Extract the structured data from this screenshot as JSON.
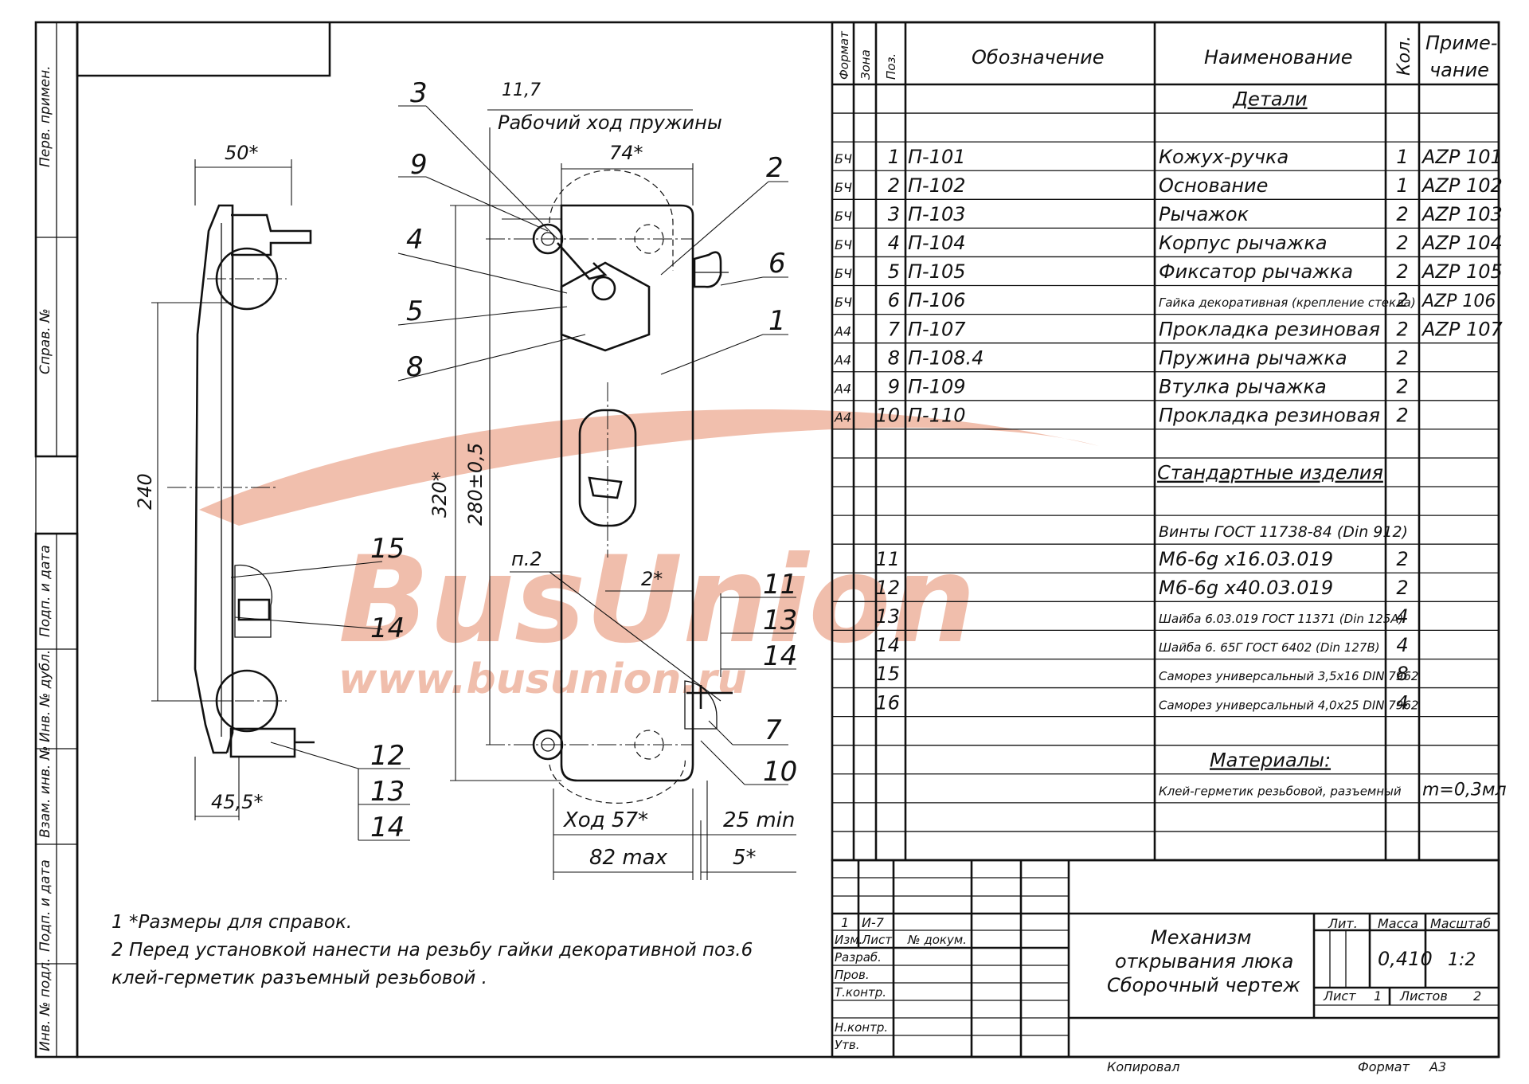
{
  "watermark": {
    "brand": "BusUnion",
    "url": "www.busunion.ru",
    "color": "#e58a6a"
  },
  "side_stamp": [
    "Перв. примен.",
    "Справ. №",
    "Подп. и дата",
    "Инв. № дубл.",
    "Взам. инв. №",
    "Подп. и дата",
    "Инв. № подл."
  ],
  "drawing": {
    "dims": {
      "d50": "50*",
      "d240": "240",
      "d45_5": "45,5*",
      "d11_7": "11,7",
      "spring": "Рабочий ход пружины",
      "d74": "74*",
      "d320": "320*",
      "d280": "280±0,5",
      "p2": "п.2",
      "d2": "2*",
      "hod": "Ход 57*",
      "d25": "25 min",
      "d82": "82 max",
      "d5": "5*"
    },
    "callouts": [
      "3",
      "9",
      "4",
      "5",
      "8",
      "2",
      "6",
      "1",
      "15",
      "14",
      "11",
      "13",
      "14",
      "7",
      "10",
      "12",
      "13",
      "14"
    ]
  },
  "notes": [
    "1 *Размеры для справок.",
    "2 Перед установкой нанести на резьбу гайки декоративной поз.6",
    "клей-герметик разъемный резьбовой ."
  ],
  "spec": {
    "headers": {
      "format": "Формат",
      "zone": "Зона",
      "pos": "Поз.",
      "designation": "Обозначение",
      "name": "Наименование",
      "qty": "Кол.",
      "note_1": "Приме-",
      "note_2": "чание"
    },
    "rows": [
      {
        "f": "",
        "z": "",
        "p": "",
        "d": "",
        "n": "Детали",
        "q": "",
        "r": "",
        "style": "section"
      },
      {
        "f": "",
        "z": "",
        "p": "",
        "d": "",
        "n": "",
        "q": "",
        "r": "",
        "style": ""
      },
      {
        "f": "БЧ",
        "z": "",
        "p": "1",
        "d": "П-101",
        "n": "Кожух-ручка",
        "q": "1",
        "r": "AZP 101",
        "style": ""
      },
      {
        "f": "БЧ",
        "z": "",
        "p": "2",
        "d": "П-102",
        "n": "Основание",
        "q": "1",
        "r": "AZP 102",
        "style": ""
      },
      {
        "f": "БЧ",
        "z": "",
        "p": "3",
        "d": "П-103",
        "n": "Рычажок",
        "q": "2",
        "r": "AZP 103",
        "style": ""
      },
      {
        "f": "БЧ",
        "z": "",
        "p": "4",
        "d": "П-104",
        "n": "Корпус рычажка",
        "q": "2",
        "r": "AZP 104",
        "style": ""
      },
      {
        "f": "БЧ",
        "z": "",
        "p": "5",
        "d": "П-105",
        "n": "Фиксатор рычажка",
        "q": "2",
        "r": "AZP 105",
        "style": ""
      },
      {
        "f": "БЧ",
        "z": "",
        "p": "6",
        "d": "П-106",
        "n": "Гайка декоративная (крепление стекла)",
        "q": "2",
        "r": "AZP 106",
        "style": "small"
      },
      {
        "f": "А4",
        "z": "",
        "p": "7",
        "d": "П-107",
        "n": "Прокладка резиновая",
        "q": "2",
        "r": "AZP 107",
        "style": ""
      },
      {
        "f": "А4",
        "z": "",
        "p": "8",
        "d": "П-108.4",
        "n": "Пружина рычажка",
        "q": "2",
        "r": "",
        "style": ""
      },
      {
        "f": "А4",
        "z": "",
        "p": "9",
        "d": "П-109",
        "n": "Втулка рычажка",
        "q": "2",
        "r": "",
        "style": ""
      },
      {
        "f": "А4",
        "z": "",
        "p": "10",
        "d": "П-110",
        "n": "Прокладка резиновая",
        "q": "2",
        "r": "",
        "style": ""
      },
      {
        "f": "",
        "z": "",
        "p": "",
        "d": "",
        "n": "",
        "q": "",
        "r": "",
        "style": ""
      },
      {
        "f": "",
        "z": "",
        "p": "",
        "d": "",
        "n": "Стандартные изделия",
        "q": "",
        "r": "",
        "style": "section"
      },
      {
        "f": "",
        "z": "",
        "p": "",
        "d": "",
        "n": "",
        "q": "",
        "r": "",
        "style": ""
      },
      {
        "f": "",
        "z": "",
        "p": "",
        "d": "",
        "n": "Винты ГОСТ 11738-84 (Din 912)",
        "q": "",
        "r": "",
        "style": "mid"
      },
      {
        "f": "",
        "z": "",
        "p": "11",
        "d": "",
        "n": "М6-6g x16.03.019",
        "q": "2",
        "r": "",
        "style": ""
      },
      {
        "f": "",
        "z": "",
        "p": "12",
        "d": "",
        "n": "М6-6g x40.03.019",
        "q": "2",
        "r": "",
        "style": ""
      },
      {
        "f": "",
        "z": "",
        "p": "13",
        "d": "",
        "n": "Шайба 6.03.019 ГОСТ 11371 (Din 125A)",
        "q": "4",
        "r": "",
        "style": "small"
      },
      {
        "f": "",
        "z": "",
        "p": "14",
        "d": "",
        "n": "Шайба 6. 65Г ГОСТ 6402 (Din 127B)",
        "q": "4",
        "r": "",
        "style": "small"
      },
      {
        "f": "",
        "z": "",
        "p": "15",
        "d": "",
        "n": "Саморез универсальный 3,5x16 DIN 7962",
        "q": "8",
        "r": "",
        "style": "small"
      },
      {
        "f": "",
        "z": "",
        "p": "16",
        "d": "",
        "n": "Саморез универсальный 4,0x25 DIN 7962",
        "q": "4",
        "r": "",
        "style": "small"
      },
      {
        "f": "",
        "z": "",
        "p": "",
        "d": "",
        "n": "",
        "q": "",
        "r": "",
        "style": ""
      },
      {
        "f": "",
        "z": "",
        "p": "",
        "d": "",
        "n": "Материалы:",
        "q": "",
        "r": "",
        "style": "section"
      },
      {
        "f": "",
        "z": "",
        "p": "",
        "d": "",
        "n": "Клей-герметик резьбовой, разъемный",
        "q": "",
        "r": "m=0,3мл",
        "style": "small"
      },
      {
        "f": "",
        "z": "",
        "p": "",
        "d": "",
        "n": "",
        "q": "",
        "r": "",
        "style": ""
      },
      {
        "f": "",
        "z": "",
        "p": "",
        "d": "",
        "n": "",
        "q": "",
        "r": "",
        "style": ""
      }
    ]
  },
  "title_block": {
    "rev_no": "1",
    "rev_code": "И-7",
    "izm": "Изм.",
    "list": "Лист",
    "doc_no": "№ докум.",
    "razrab": "Разраб.",
    "prov": "Пров.",
    "tkontr": "Т.контр.",
    "nkontr": "Н.контр.",
    "utv": "Утв.",
    "title_1": "Механизм",
    "title_2": "открывания люка",
    "title_3": "Сборочный чертеж",
    "lit": "Лит.",
    "massa": "Масса",
    "masshtab": "Масштаб",
    "mass_value": "0,410",
    "scale_value": "1:2",
    "sheet_label": "Лист",
    "sheet_value": "1",
    "sheets_label": "Листов",
    "sheets_value": "2",
    "copied": "Копировал",
    "format_label": "Формат",
    "format_value": "А3"
  }
}
